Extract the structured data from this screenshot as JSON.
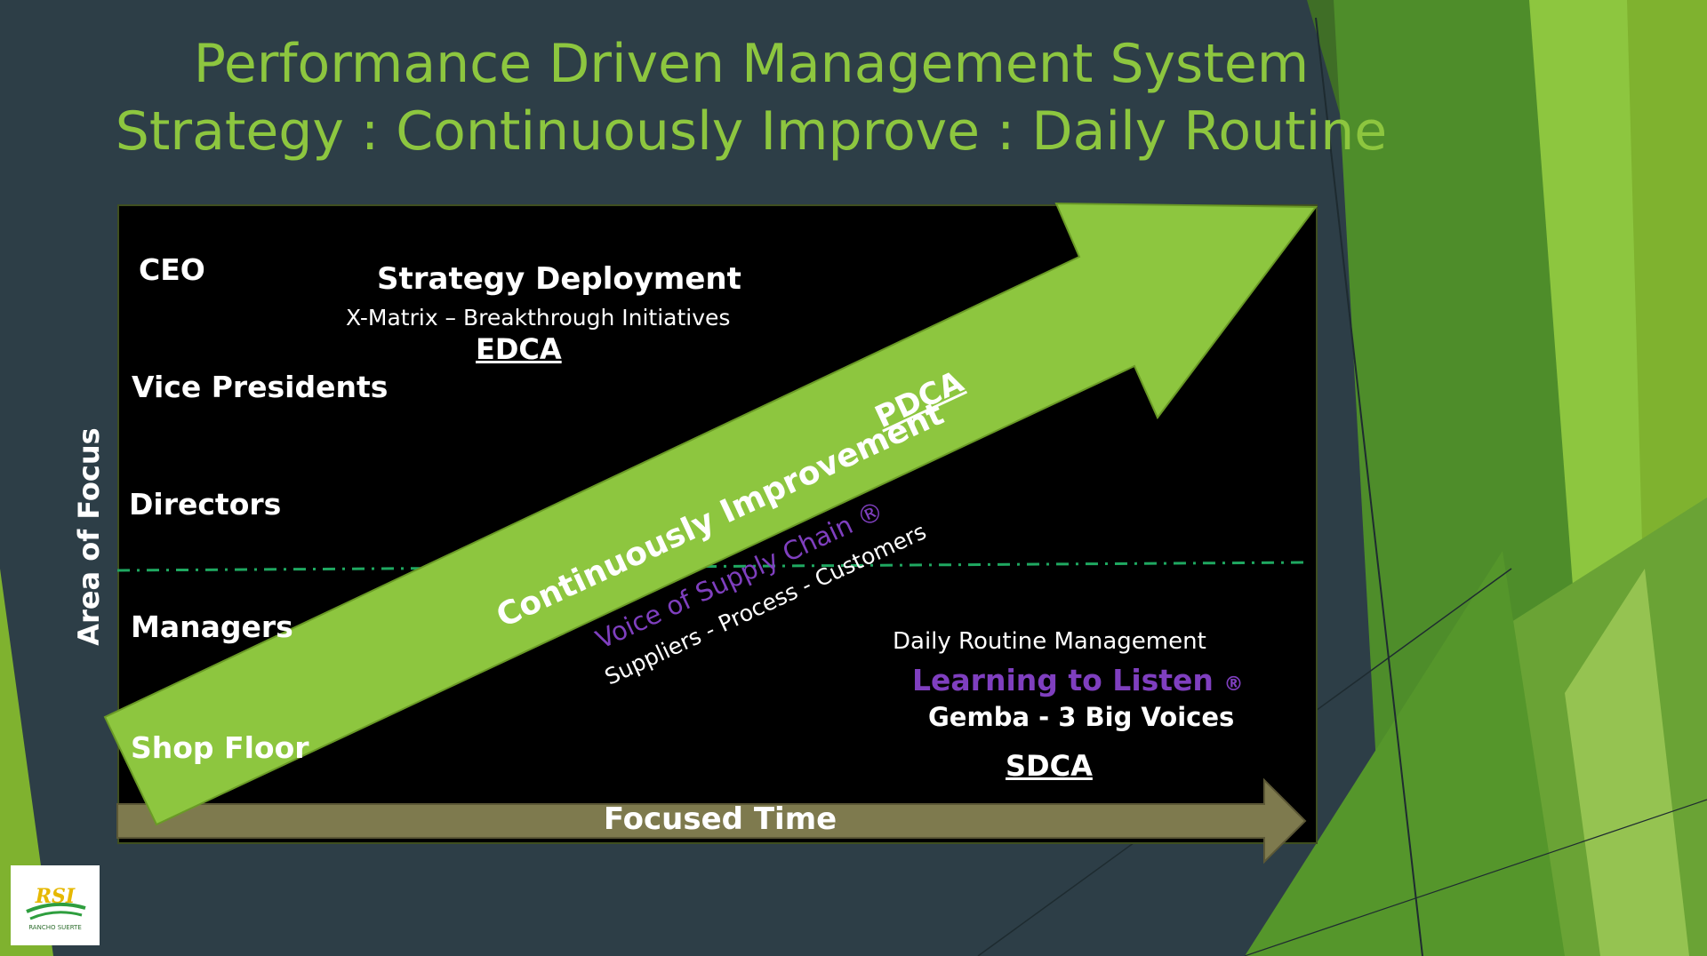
{
  "title": {
    "line1": "Performance Driven Management System",
    "line2": "Strategy : Continuously Improve : Daily Routine"
  },
  "levels": [
    "CEO",
    "Vice Presidents",
    "Directors",
    "Managers",
    "Shop Floor"
  ],
  "axes": {
    "y_label": "Area of Focus",
    "x_label": "Focused Time"
  },
  "strategy": {
    "heading": "Strategy Deployment",
    "subheading": "X-Matrix – Breakthrough Initiatives",
    "cycle": "EDCA"
  },
  "improvement": {
    "label": "Continuously Improvement",
    "cycle": "PDCA"
  },
  "supply_chain": {
    "label": "Voice of Supply Chain ®",
    "detail": "Suppliers - Process - Customers"
  },
  "daily_routine": {
    "heading": "Daily Routine Management",
    "listen": "Learning to Listen",
    "listen_mark": "®",
    "gemba": "Gemba - 3 Big Voices",
    "cycle": "SDCA"
  },
  "logo": {
    "text": "RSI",
    "subtext": "RANCHO SUERTE"
  },
  "colors": {
    "background": "#2d3e47",
    "accent_green": "#8dc63f",
    "panel": "#000000",
    "time_arrow": "#7e7a4e",
    "divider": "#1fa861",
    "purple": "#7f3fbf"
  }
}
